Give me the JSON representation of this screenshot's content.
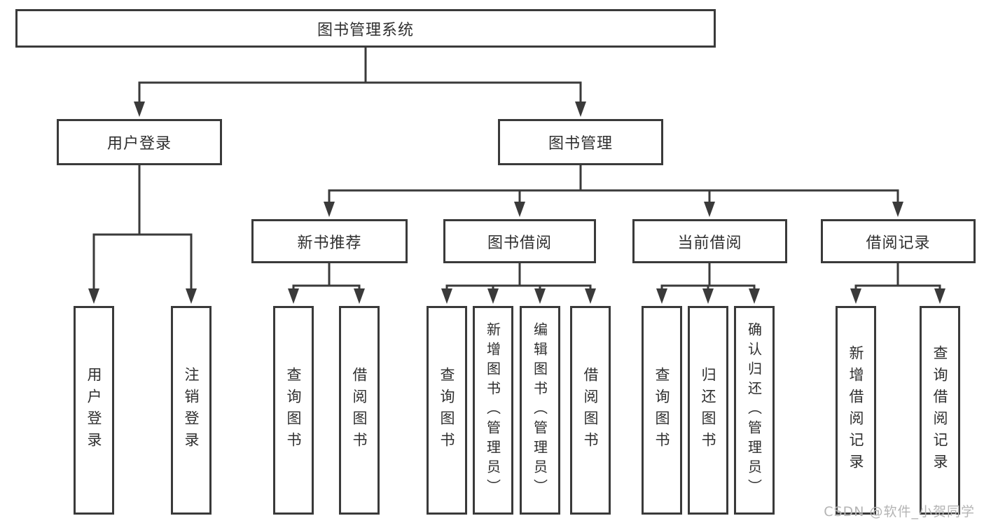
{
  "tree": {
    "root": "图书管理系统",
    "level2": [
      "用户登录",
      "图书管理"
    ],
    "level3": [
      "新书推荐",
      "图书借阅",
      "当前借阅",
      "借阅记录"
    ],
    "level4": [
      "用户登录",
      "注销登录",
      "查询图书",
      "借阅图书",
      "查询图书",
      "新增图书（管理员）",
      "编辑图书（管理员）",
      "借阅图书",
      "查询图书",
      "归还图书",
      "确认归还（管理员）",
      "新增借阅记录",
      "查询借阅记录"
    ],
    "hierarchy": {
      "图书管理系统": [
        "用户登录",
        "图书管理"
      ],
      "用户登录": [
        "用户登录",
        "注销登录"
      ],
      "图书管理": [
        "新书推荐",
        "图书借阅",
        "当前借阅",
        "借阅记录"
      ],
      "新书推荐": [
        "查询图书",
        "借阅图书"
      ],
      "图书借阅": [
        "查询图书",
        "新增图书（管理员）",
        "编辑图书（管理员）",
        "借阅图书"
      ],
      "当前借阅": [
        "查询图书",
        "归还图书",
        "确认归还（管理员）"
      ],
      "借阅记录": [
        "新增借阅记录",
        "查询借阅记录"
      ]
    }
  },
  "watermark": {
    "text": "CSDN @软件_小贺同学"
  },
  "colors": {
    "line": "#3a3a3a",
    "text": "#2f2f2f",
    "watermark": "#b4b4b4",
    "background": "#ffffff"
  }
}
